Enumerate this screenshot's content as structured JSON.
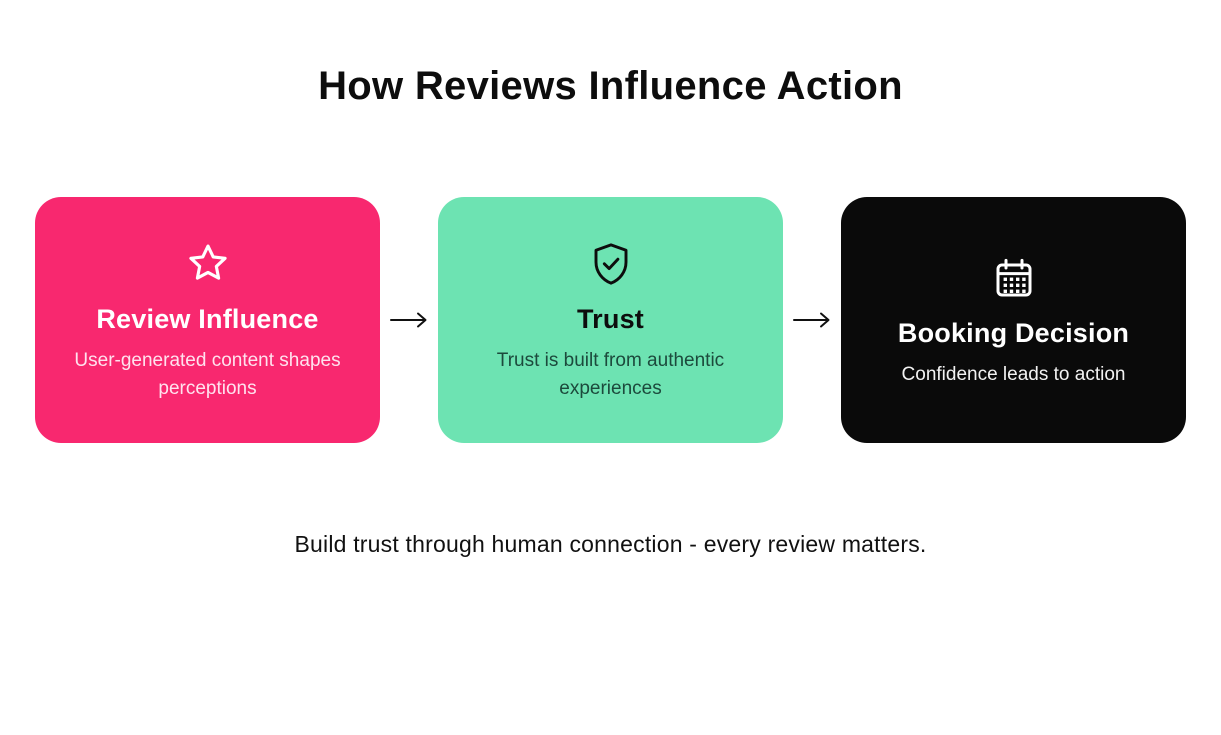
{
  "title": "How Reviews Influence Action",
  "footer": "Build trust through human connection - every review matters.",
  "colors": {
    "background": "#ffffff",
    "heading_text": "#0d0d0d",
    "arrow": "#111111",
    "card_pink": "#F8286F",
    "card_green": "#6DE3B2",
    "card_black": "#0A0A0A"
  },
  "cards": [
    {
      "icon": "star-icon",
      "title": "Review Influence",
      "description": "User-generated content shapes perceptions",
      "bg": "#F8286F",
      "title_color": "#ffffff",
      "text_color": "#ffe2ee",
      "icon_color": "#ffffff"
    },
    {
      "icon": "shield-check-icon",
      "title": "Trust",
      "description": "Trust is built from authentic experiences",
      "bg": "#6DE3B2",
      "title_color": "#0d0d0d",
      "text_color": "#1c4a3c",
      "icon_color": "#0d0d0d"
    },
    {
      "icon": "calendar-icon",
      "title": "Booking Decision",
      "description": "Confidence leads to action",
      "bg": "#0A0A0A",
      "title_color": "#ffffff",
      "text_color": "#f2f2f2",
      "icon_color": "#ffffff"
    }
  ]
}
